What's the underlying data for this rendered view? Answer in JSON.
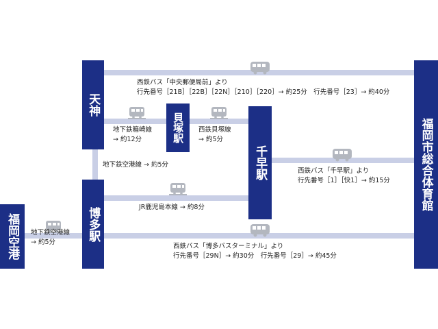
{
  "stations": {
    "tenjin": "天神",
    "kaizuka": "貝塚駅",
    "chihaya": "千早駅",
    "hakata": "博多駅",
    "airport": "福岡空港",
    "gym": "福岡市総合体育館"
  },
  "routes": {
    "bus_tenjin_gym": {
      "line1": "西鉄バス「中央郵便局前」より",
      "line2": "行先番号［21B］［22B］［22N］［210］［220］→ 約25分　行先番号［23］→ 約40分"
    },
    "subway_hakozaki": {
      "line1": "地下鉄箱崎線",
      "line2": "→ 約12分"
    },
    "nishitetsu_kaizuka": {
      "line1": "西鉄貝塚線",
      "line2": "→ 約5分"
    },
    "subway_airport_tenjin_hakata": "地下鉄空港線 → 約5分",
    "bus_chihaya_gym": {
      "line1": "西鉄バス「千早駅」より",
      "line2": "行先番号［1］［快1］→ 約15分"
    },
    "jr_kagoshima": "JR鹿児島本線 → 約8分",
    "subway_airport_hakata": {
      "line1": "地下鉄空港線",
      "line2": "→ 約5分"
    },
    "bus_hakata_gym": {
      "line1": "西鉄バス「博多バスターミナル」より",
      "line2": "行先番号［29N］→ 約30分　行先番号［29］→ 約45分"
    }
  },
  "colors": {
    "station": "#1c2f86",
    "line": "#c9cfe6",
    "icon": "#b3b7bf"
  },
  "icons": {
    "bus": "bus-icon",
    "train": "train-icon"
  }
}
